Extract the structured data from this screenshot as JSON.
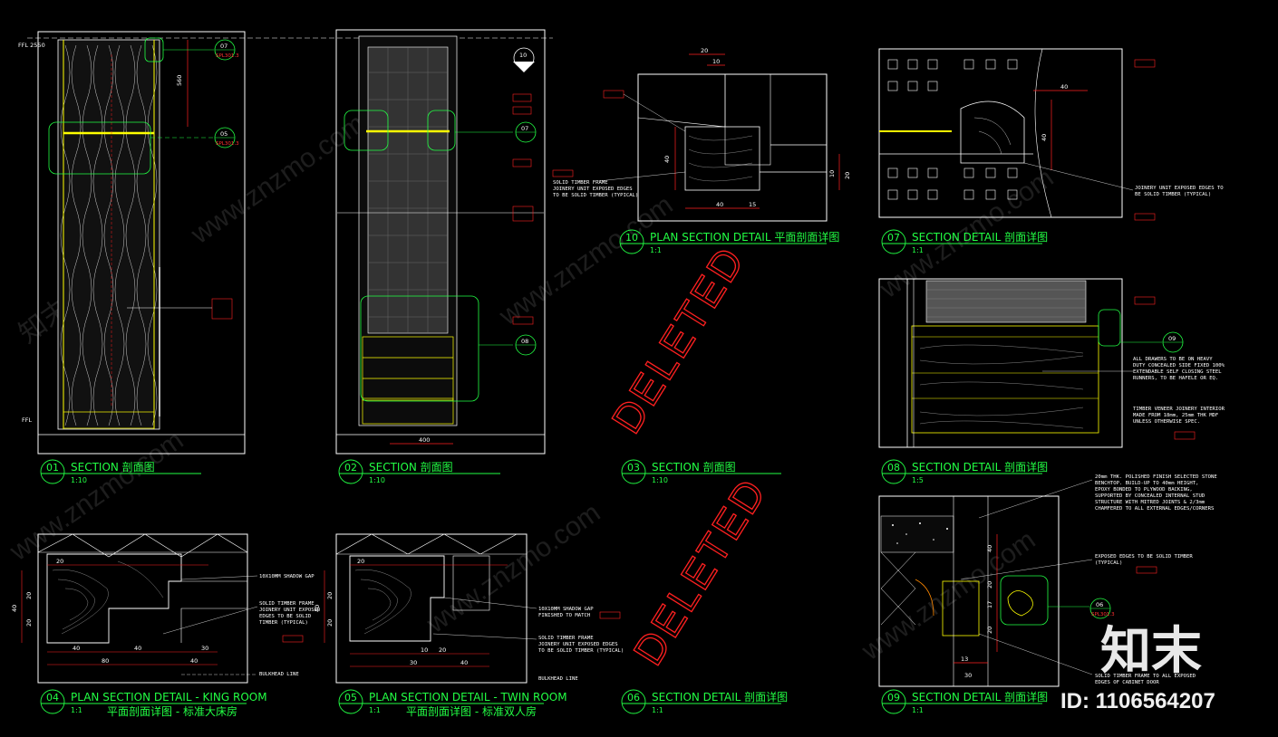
{
  "drawing": {
    "ffl_top": "FFL 2550",
    "ffl_bottom": "FFL",
    "deleted_label": "DELETED",
    "watermark": "www.znzmo.com",
    "watermark_brand": "知末网",
    "brand_logo": "知末",
    "brand_id": "ID: 1106564207"
  },
  "details": [
    {
      "num": "01",
      "title": "SECTION 剖面图",
      "scale": "1:10",
      "sub": ""
    },
    {
      "num": "02",
      "title": "SECTION 剖面图",
      "scale": "1:10",
      "sub": ""
    },
    {
      "num": "03",
      "title": "SECTION 剖面图",
      "scale": "1:10",
      "sub": ""
    },
    {
      "num": "04",
      "title": "PLAN SECTION DETAIL - KING ROOM",
      "scale": "1:1",
      "sub": "平面剖面详图 - 标准大床房"
    },
    {
      "num": "05",
      "title": "PLAN SECTION DETAIL - TWIN ROOM",
      "scale": "1:1",
      "sub": "平面剖面详图 - 标准双人房"
    },
    {
      "num": "06",
      "title": "SECTION DETAIL 剖面详图",
      "scale": "1:1",
      "sub": ""
    },
    {
      "num": "07",
      "title": "SECTION DETAIL 剖面详图",
      "scale": "1:1",
      "sub": ""
    },
    {
      "num": "08",
      "title": "SECTION DETAIL 剖面详图",
      "scale": "1:5",
      "sub": ""
    },
    {
      "num": "09",
      "title": "SECTION DETAIL 剖面详图",
      "scale": "1:1",
      "sub": ""
    },
    {
      "num": "10",
      "title": "PLAN SECTION DETAIL 平面剖面详图",
      "scale": "1:1",
      "sub": ""
    }
  ],
  "callouts": {
    "c07": "07",
    "c05": "05",
    "c10": "10",
    "c08": "08",
    "c09": "09",
    "c06": "06",
    "ref": "SPL301.3"
  },
  "notes": {
    "n10_a": "SOLID TIMBER FRAME",
    "n10_b": "JOINERY UNIT EXPOSED EDGES",
    "n10_c": "TO BE SOLID TIMBER (TYPICAL)",
    "n07_a": "JOINERY UNIT EXPOSED EDGES TO",
    "n07_b": "BE SOLID TIMBER (TYPICAL)",
    "n08_a": "ALL DRAWERS TO BE ON HEAVY",
    "n08_b": "DUTY CONCEALED SIDE FIXED 100%",
    "n08_c": "EXTENDABLE SELF CLOSING STEEL",
    "n08_d": "RUNNERS, TO BE HAFELE OR EQ.",
    "n08_e": "TIMBER VENEER JOINERY INTERIOR",
    "n08_f": "MADE FROM 18mm, 25mm THK MDF",
    "n08_g": "UNLESS OTHERWISE SPEC.",
    "n09_a": "20mm THK. POLISHED FINISH SELECTED STONE",
    "n09_b": "BENCHTOP. BUILD-UP TO 40mm HEIGHT,",
    "n09_c": "EPOXY BONDED TO PLYWOOD BACKING,",
    "n09_d": "SUPPORTED BY CONCEALED INTERNAL STUD",
    "n09_e": "STRUCTURE WITH MITRED JOINTS & 2/3mm",
    "n09_f": "CHAMFERED TO ALL EXTERNAL EDGES/CORNERS",
    "n09_g": "EXPOSED EDGES TO BE SOLID TIMBER",
    "n09_h": "(TYPICAL)",
    "n09_i": "SOLID TIMBER FRAME TO ALL EXPOSED",
    "n09_j": "EDGES OF CABINET DOOR",
    "n04_a": "10X10MM SHADOW GAP",
    "n04_b": "SOLID TIMBER FRAME",
    "n04_c": "JOINERY UNIT EXPOSED",
    "n04_d": "EDGES TO BE SOLID",
    "n04_e": "TIMBER (TYPICAL)",
    "n04_f": "BULKHEAD LINE",
    "n05_a": "10X10MM SHADOW GAP",
    "n05_b": "FINISHED TO MATCH",
    "n05_c": "SOLID TIMBER FRAME",
    "n05_d": "JOINERY UNIT EXPOSED EDGES",
    "n05_e": "TO BE SOLID TIMBER (TYPICAL)",
    "n05_f": "BULKHEAD LINE"
  },
  "dims": {
    "d20": "20",
    "d40": "40",
    "d10": "10",
    "d15": "15",
    "d30": "30",
    "d560": "560",
    "d80": "80",
    "d17": "17",
    "d13": "13",
    "d400": "400"
  },
  "colors": {
    "background": "#000000",
    "line": "#ffffff",
    "title": "#22ff44",
    "dim": "#ff2020",
    "highlight": "#ffff00",
    "callout": "#22ff44"
  }
}
